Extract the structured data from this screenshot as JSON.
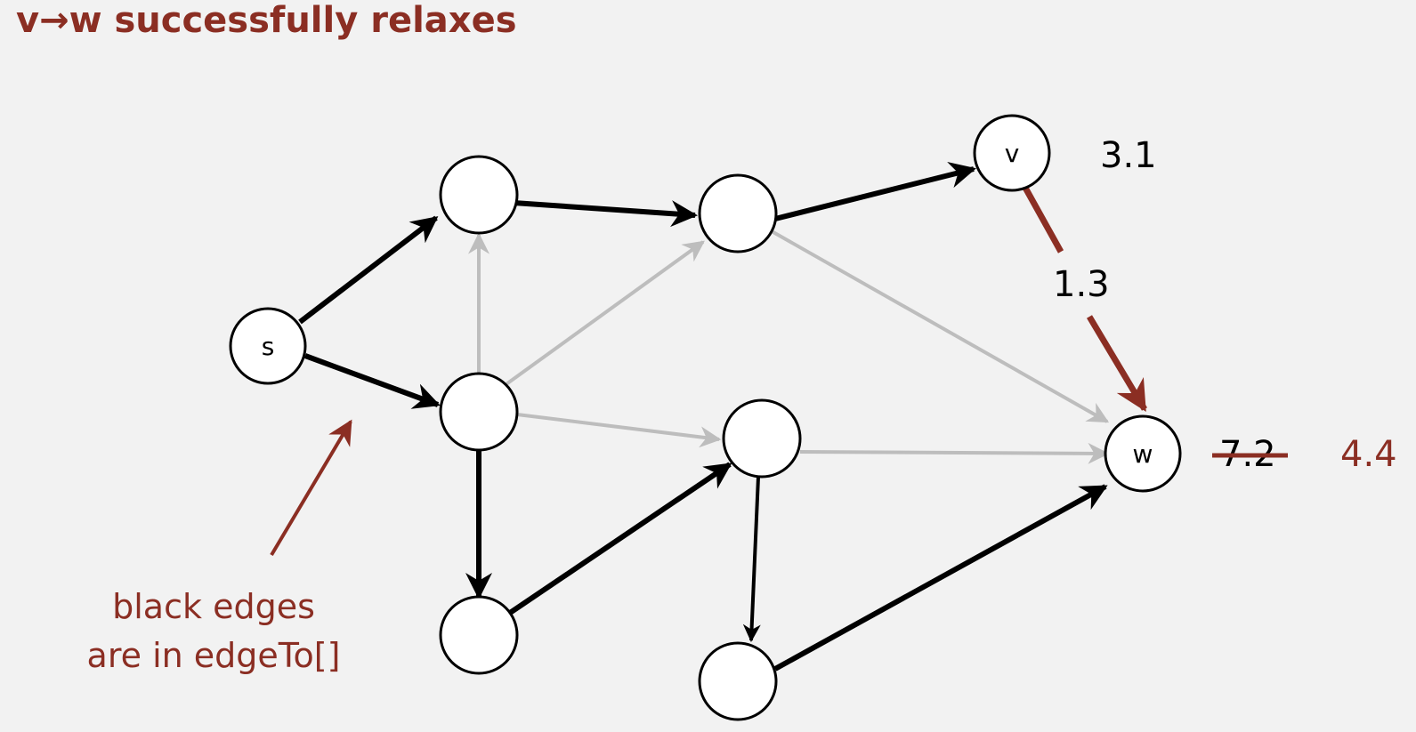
{
  "title": "v→w successfully relaxes",
  "colors": {
    "background": "#f2f2f2",
    "accent": "#8b2e23",
    "black_edge": "#000000",
    "gray_edge": "#bdbdbd"
  },
  "nodes": {
    "s": {
      "label": "s"
    },
    "v": {
      "label": "v"
    },
    "w": {
      "label": "w"
    }
  },
  "values": {
    "v_dist": "3.1",
    "vw_weight": "1.3",
    "w_old_dist": "7.2",
    "w_new_dist": "4.4"
  },
  "annotation": {
    "line1": "black edges",
    "line2": "are in edgeTo[]"
  }
}
